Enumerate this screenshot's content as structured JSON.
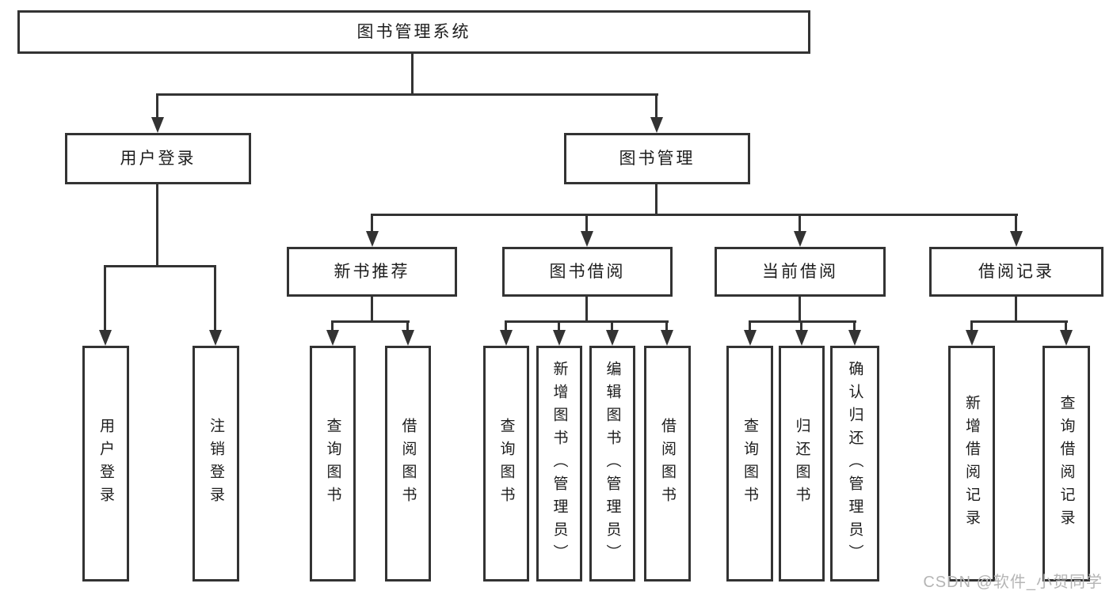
{
  "tree": {
    "label": "图书管理系统",
    "children": [
      {
        "label": "用户登录",
        "children": [
          {
            "label": "用户登录"
          },
          {
            "label": "注销登录"
          }
        ]
      },
      {
        "label": "图书管理",
        "children": [
          {
            "label": "新书推荐",
            "children": [
              {
                "label": "查询图书"
              },
              {
                "label": "借阅图书"
              }
            ]
          },
          {
            "label": "图书借阅",
            "children": [
              {
                "label": "查询图书"
              },
              {
                "label": "新增图书（管理员）"
              },
              {
                "label": "编辑图书（管理员）"
              },
              {
                "label": "借阅图书"
              }
            ]
          },
          {
            "label": "当前借阅",
            "children": [
              {
                "label": "查询图书"
              },
              {
                "label": "归还图书"
              },
              {
                "label": "确认归还（管理员）"
              }
            ]
          },
          {
            "label": "借阅记录",
            "children": [
              {
                "label": "新增借阅记录"
              },
              {
                "label": "查询借阅记录"
              }
            ]
          }
        ]
      }
    ]
  },
  "watermark": {
    "text": "CSDN @软件_小贺同学"
  },
  "colors": {
    "line": "#333333",
    "text": "#1d1d1d",
    "watermark": "#b5b5b5"
  }
}
